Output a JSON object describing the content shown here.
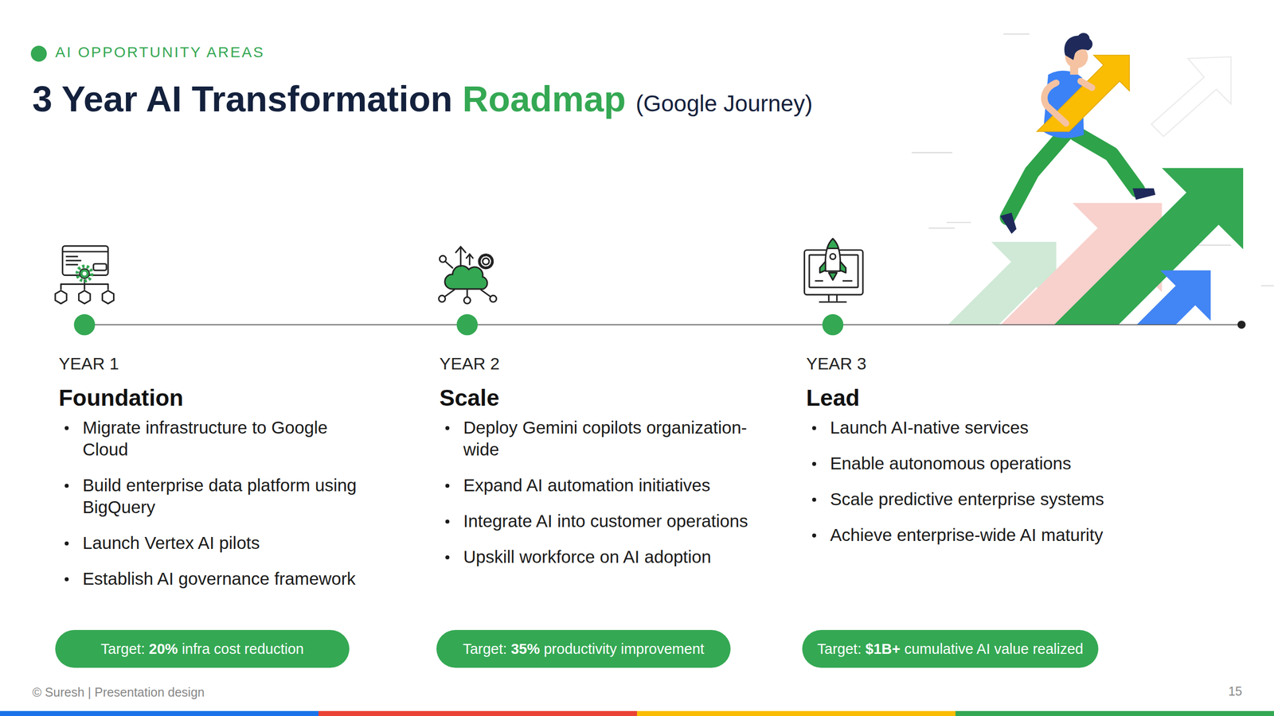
{
  "diagram": {
    "title": "3 Year AI Transformation Roadmap",
    "nodes": [
      {
        "text": [
          "Target: 20% infra cost reduction"
        ]
      },
      {
        "text": [
          "Target: 35% productivity improvement"
        ]
      },
      {
        "text": [
          "Target: $1B+ cumulative AI value realized"
        ]
      }
    ],
    "labels": [
      "AI OPPORTUNITY AREAS",
      "(Google Journey)",
      "YEAR 1",
      "Foundation",
      "Migrate infrastructure to Google Cloud",
      "Build enterprise data platform using BigQuery",
      "Launch Vertex AI pilots",
      "Establish AI governance framework",
      "YEAR 2",
      "Scale",
      "Deploy Gemini copilots organization-wide",
      "Expand AI automation initiatives",
      "Integrate AI into customer operations",
      "Upskill workforce on AI adoption",
      "YEAR 3",
      "Lead",
      "Launch AI-native services",
      "Enable autonomous operations",
      "Scale predictive enterprise systems",
      "Achieve enterprise-wide AI maturity",
      "© Suresh | Presentation design",
      "15"
    ]
  }
}
